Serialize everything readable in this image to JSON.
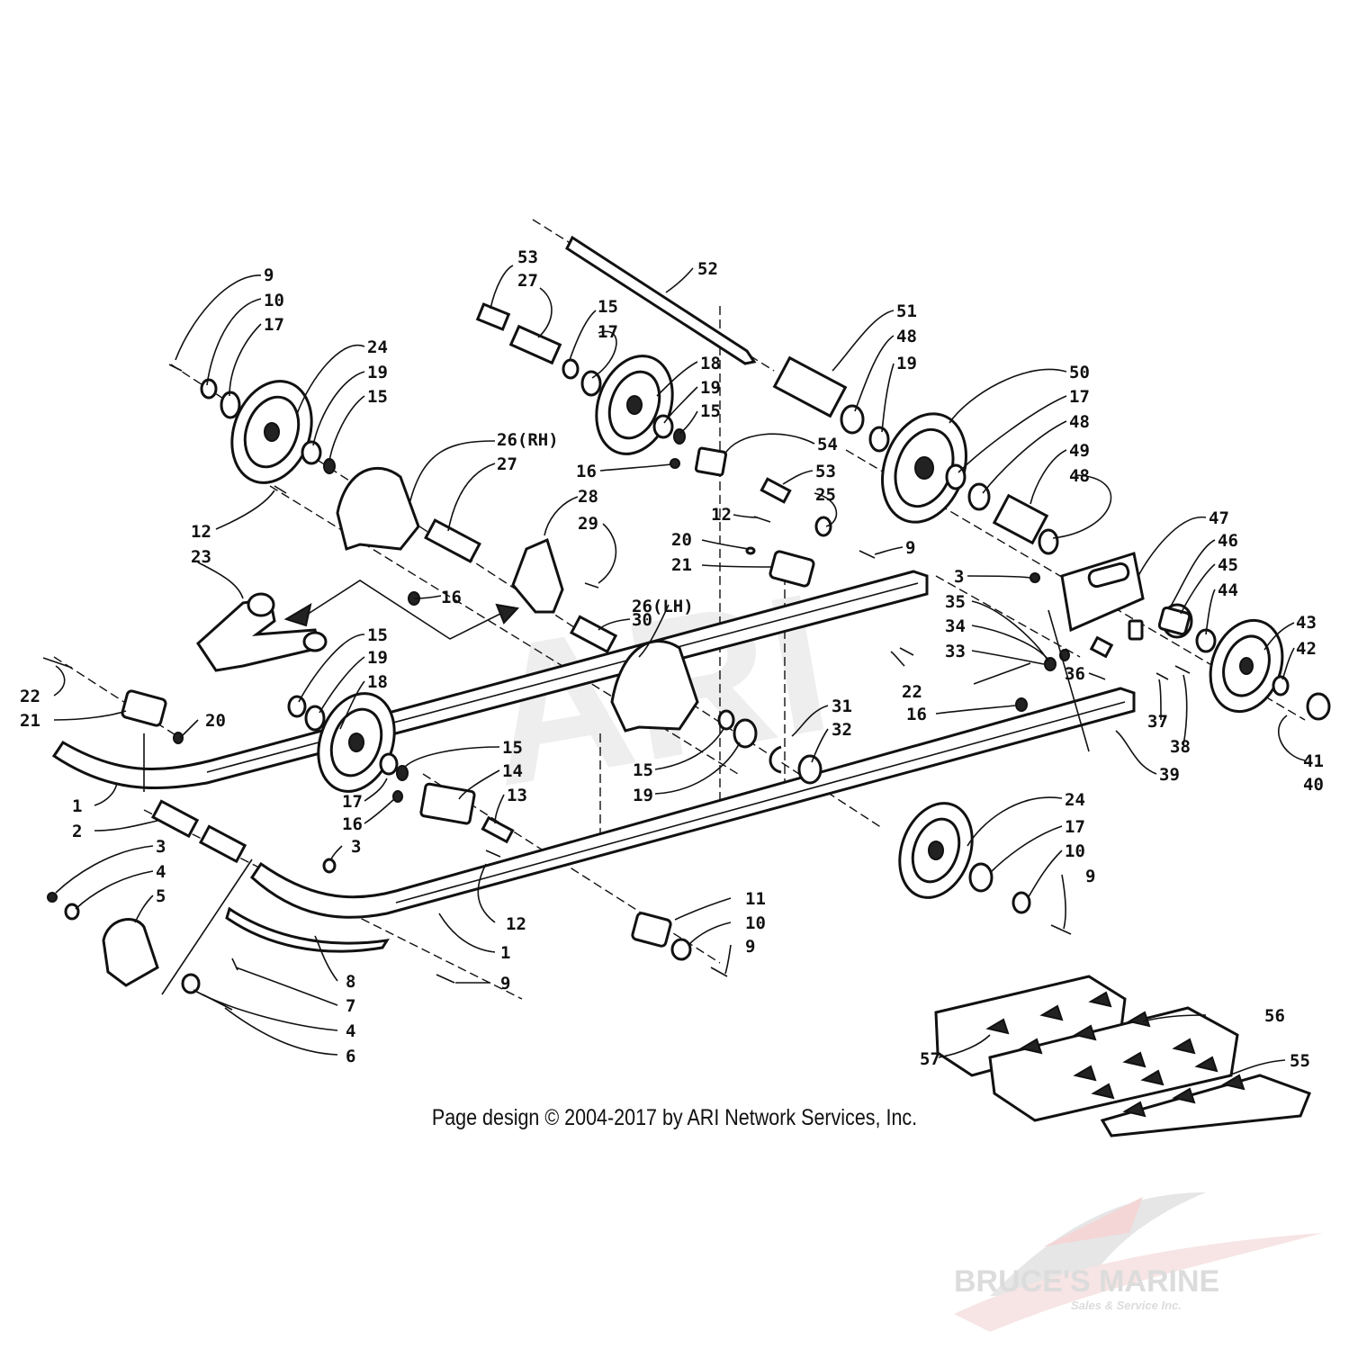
{
  "diagram": {
    "watermark": "ARI",
    "copyright": "Page design © 2004-2017 by ARI Network Services, Inc.",
    "logo": {
      "name": "BRUCE'S MARINE",
      "tagline": "Sales & Service Inc."
    },
    "callouts": [
      {
        "id": "c1",
        "text": "9"
      },
      {
        "id": "c2",
        "text": "10"
      },
      {
        "id": "c3",
        "text": "17"
      },
      {
        "id": "c4",
        "text": "24"
      },
      {
        "id": "c5",
        "text": "19"
      },
      {
        "id": "c6",
        "text": "15"
      },
      {
        "id": "c7",
        "text": "12"
      },
      {
        "id": "c8",
        "text": "23"
      },
      {
        "id": "c9",
        "text": "26(RH)"
      },
      {
        "id": "c10",
        "text": "27"
      },
      {
        "id": "c11",
        "text": "16"
      },
      {
        "id": "c12",
        "text": "53"
      },
      {
        "id": "c13",
        "text": "27"
      },
      {
        "id": "c14",
        "text": "15"
      },
      {
        "id": "c15",
        "text": "17"
      },
      {
        "id": "c16",
        "text": "52"
      },
      {
        "id": "c17",
        "text": "18"
      },
      {
        "id": "c18",
        "text": "19"
      },
      {
        "id": "c19",
        "text": "15"
      },
      {
        "id": "c20",
        "text": "16"
      },
      {
        "id": "c21",
        "text": "28"
      },
      {
        "id": "c22",
        "text": "29"
      },
      {
        "id": "c23",
        "text": "51"
      },
      {
        "id": "c24",
        "text": "48"
      },
      {
        "id": "c25",
        "text": "19"
      },
      {
        "id": "c26",
        "text": "54"
      },
      {
        "id": "c27",
        "text": "53"
      },
      {
        "id": "c28",
        "text": "25"
      },
      {
        "id": "c29",
        "text": "50"
      },
      {
        "id": "c30",
        "text": "17"
      },
      {
        "id": "c31",
        "text": "48"
      },
      {
        "id": "c32",
        "text": "49"
      },
      {
        "id": "c33",
        "text": "48"
      },
      {
        "id": "c34",
        "text": "12"
      },
      {
        "id": "c35",
        "text": "20"
      },
      {
        "id": "c36",
        "text": "21"
      },
      {
        "id": "c37",
        "text": "9"
      },
      {
        "id": "c38",
        "text": "30"
      },
      {
        "id": "c39",
        "text": "26(LH)"
      },
      {
        "id": "c40",
        "text": "47"
      },
      {
        "id": "c41",
        "text": "46"
      },
      {
        "id": "c42",
        "text": "45"
      },
      {
        "id": "c43",
        "text": "44"
      },
      {
        "id": "c44",
        "text": "3"
      },
      {
        "id": "c45",
        "text": "35"
      },
      {
        "id": "c46",
        "text": "34"
      },
      {
        "id": "c47",
        "text": "33"
      },
      {
        "id": "c48",
        "text": "43"
      },
      {
        "id": "c49",
        "text": "42"
      },
      {
        "id": "c50",
        "text": "36"
      },
      {
        "id": "c51",
        "text": "22"
      },
      {
        "id": "c52",
        "text": "16"
      },
      {
        "id": "c53",
        "text": "37"
      },
      {
        "id": "c54",
        "text": "38"
      },
      {
        "id": "c55",
        "text": "41"
      },
      {
        "id": "c56",
        "text": "40"
      },
      {
        "id": "c57",
        "text": "39"
      },
      {
        "id": "c58",
        "text": "22"
      },
      {
        "id": "c59",
        "text": "21"
      },
      {
        "id": "c60",
        "text": "20"
      },
      {
        "id": "c61",
        "text": "15"
      },
      {
        "id": "c62",
        "text": "19"
      },
      {
        "id": "c63",
        "text": "18"
      },
      {
        "id": "c64",
        "text": "15"
      },
      {
        "id": "c65",
        "text": "14"
      },
      {
        "id": "c66",
        "text": "31"
      },
      {
        "id": "c67",
        "text": "32"
      },
      {
        "id": "c68",
        "text": "15"
      },
      {
        "id": "c69",
        "text": "19"
      },
      {
        "id": "c70",
        "text": "1"
      },
      {
        "id": "c71",
        "text": "2"
      },
      {
        "id": "c72",
        "text": "17"
      },
      {
        "id": "c73",
        "text": "16"
      },
      {
        "id": "c74",
        "text": "13"
      },
      {
        "id": "c75",
        "text": "24"
      },
      {
        "id": "c76",
        "text": "17"
      },
      {
        "id": "c77",
        "text": "10"
      },
      {
        "id": "c78",
        "text": "9"
      },
      {
        "id": "c79",
        "text": "3"
      },
      {
        "id": "c80",
        "text": "4"
      },
      {
        "id": "c81",
        "text": "5"
      },
      {
        "id": "c82",
        "text": "3"
      },
      {
        "id": "c83",
        "text": "12"
      },
      {
        "id": "c84",
        "text": "1"
      },
      {
        "id": "c85",
        "text": "11"
      },
      {
        "id": "c86",
        "text": "10"
      },
      {
        "id": "c87",
        "text": "9"
      },
      {
        "id": "c88",
        "text": "8"
      },
      {
        "id": "c89",
        "text": "7"
      },
      {
        "id": "c90",
        "text": "4"
      },
      {
        "id": "c91",
        "text": "6"
      },
      {
        "id": "c92",
        "text": "9"
      },
      {
        "id": "c93",
        "text": "56"
      },
      {
        "id": "c94",
        "text": "57"
      },
      {
        "id": "c95",
        "text": "55"
      }
    ]
  }
}
